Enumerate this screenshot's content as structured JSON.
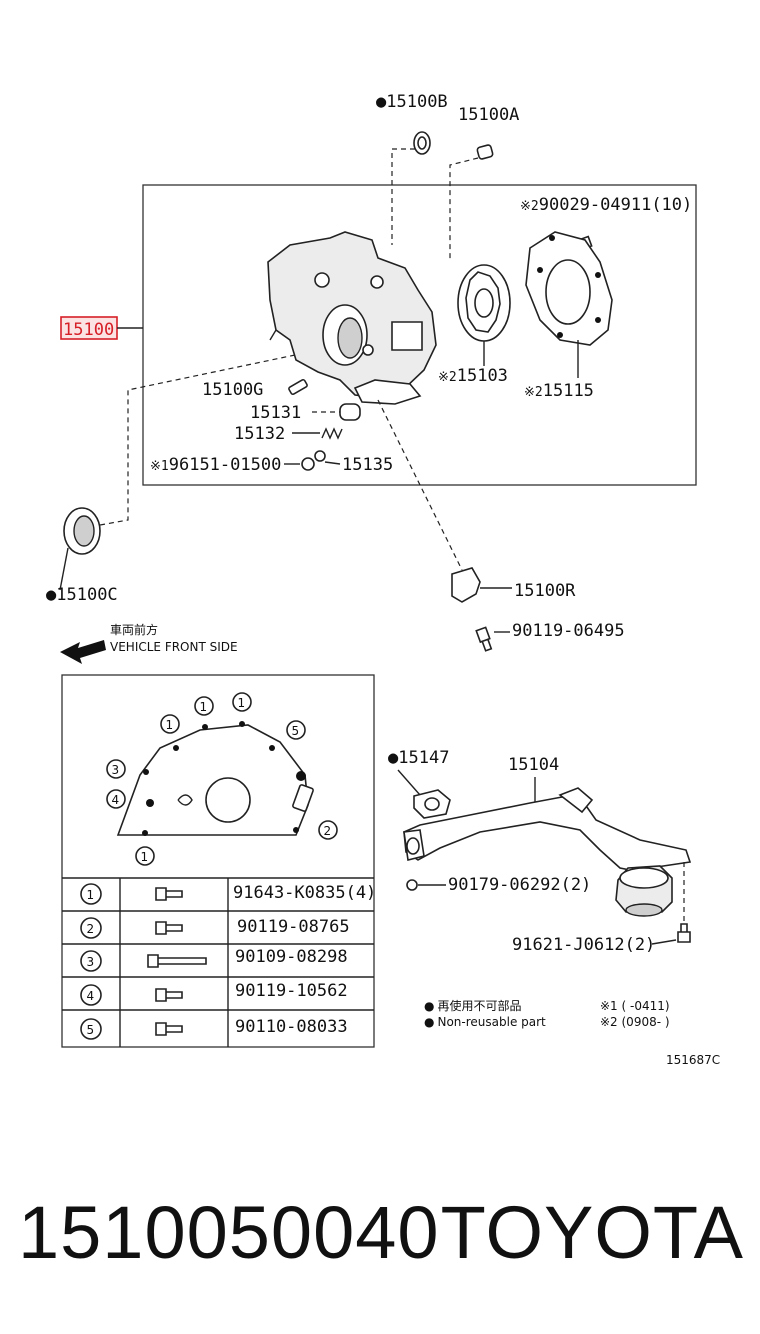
{
  "parts": {
    "p15100": "15100",
    "p15100B": "15100B",
    "p15100A": "15100A",
    "p90029": "90029-04911(10)",
    "p15100G": "15100G",
    "p15131": "15131",
    "p15132": "15132",
    "p96151": "96151-01500",
    "p15135": "15135",
    "p15103": "15103",
    "p15115": "15115",
    "p15100C": "15100C",
    "p15100R": "15100R",
    "p90119_06495": "90119-06495",
    "p15147": "15147",
    "p15104": "15104",
    "p90179": "90179-06292(2)",
    "p91621": "91621-J0612(2)"
  },
  "marks": {
    "note1": "※1",
    "note2": "※2",
    "bullet": "●"
  },
  "direction": {
    "japanese": "車両前方",
    "english": "VEHICLE FRONT SIDE"
  },
  "callouts": [
    "1",
    "1",
    "1",
    "5",
    "3",
    "4",
    "2",
    "1"
  ],
  "bolt_table": [
    {
      "num": "1",
      "part": "91643-K0835(4)"
    },
    {
      "num": "2",
      "part": "90119-08765"
    },
    {
      "num": "3",
      "part": "90109-08298"
    },
    {
      "num": "4",
      "part": "90119-10562"
    },
    {
      "num": "5",
      "part": "90110-08033"
    }
  ],
  "legend": {
    "nonreuse_jp": "再使用不可部品",
    "nonreuse_en": "Non-reusable part",
    "note1_range": "※1 (     -0411)",
    "note2_range": "※2 (0908-      )"
  },
  "illustration_code": "151687C",
  "footer": {
    "part_number": "1510050040",
    "brand": "TOYOTA"
  },
  "colors": {
    "highlight": "#d61f26",
    "ink": "#111111"
  }
}
